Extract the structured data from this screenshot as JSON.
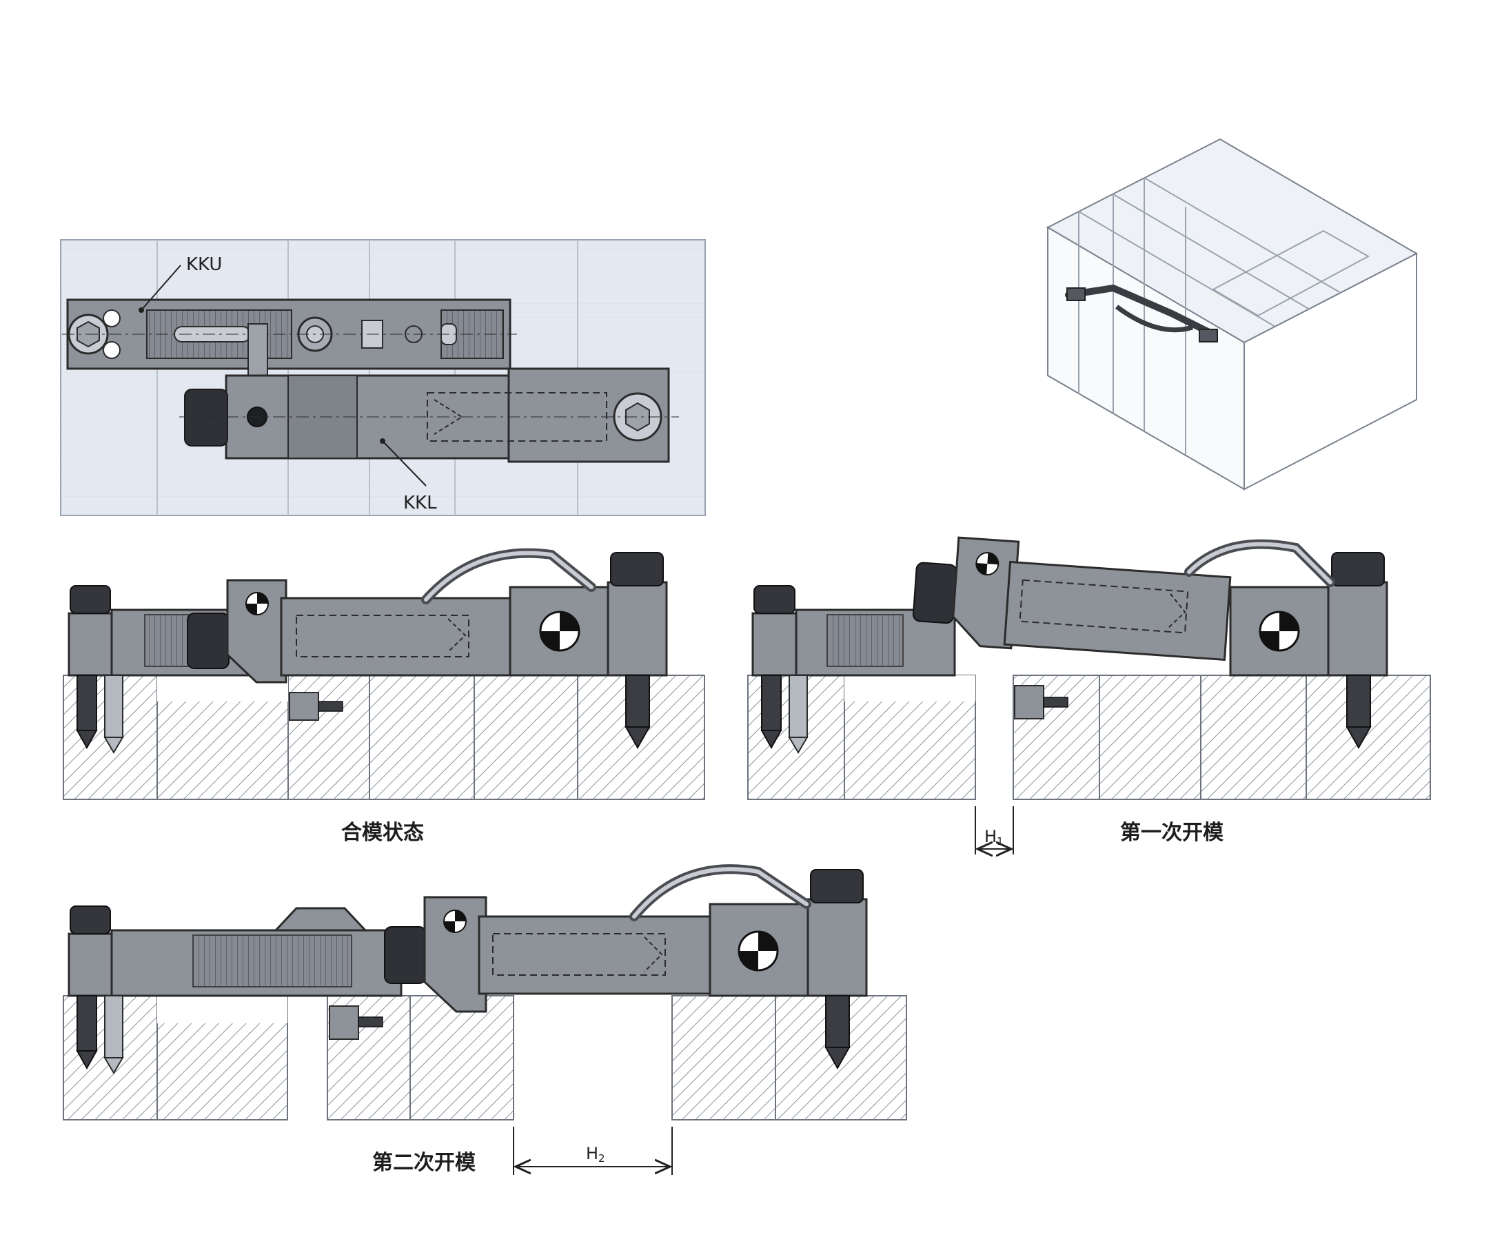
{
  "top_view": {
    "label_upper": "KKU",
    "label_lower": "KKL"
  },
  "states": {
    "closed": "合模状态",
    "first_open": "第一次开模",
    "second_open": "第二次开模"
  },
  "dimensions": {
    "h1_main": "H",
    "h1_sub": "1",
    "h2_main": "H",
    "h2_sub": "2"
  },
  "colors": {
    "part_fill": "#8e9299",
    "part_dark": "#4a4c52",
    "mold_bg": "#e6ebf2",
    "hatch": "#9aa0aa",
    "line": "#2b2b2b"
  }
}
